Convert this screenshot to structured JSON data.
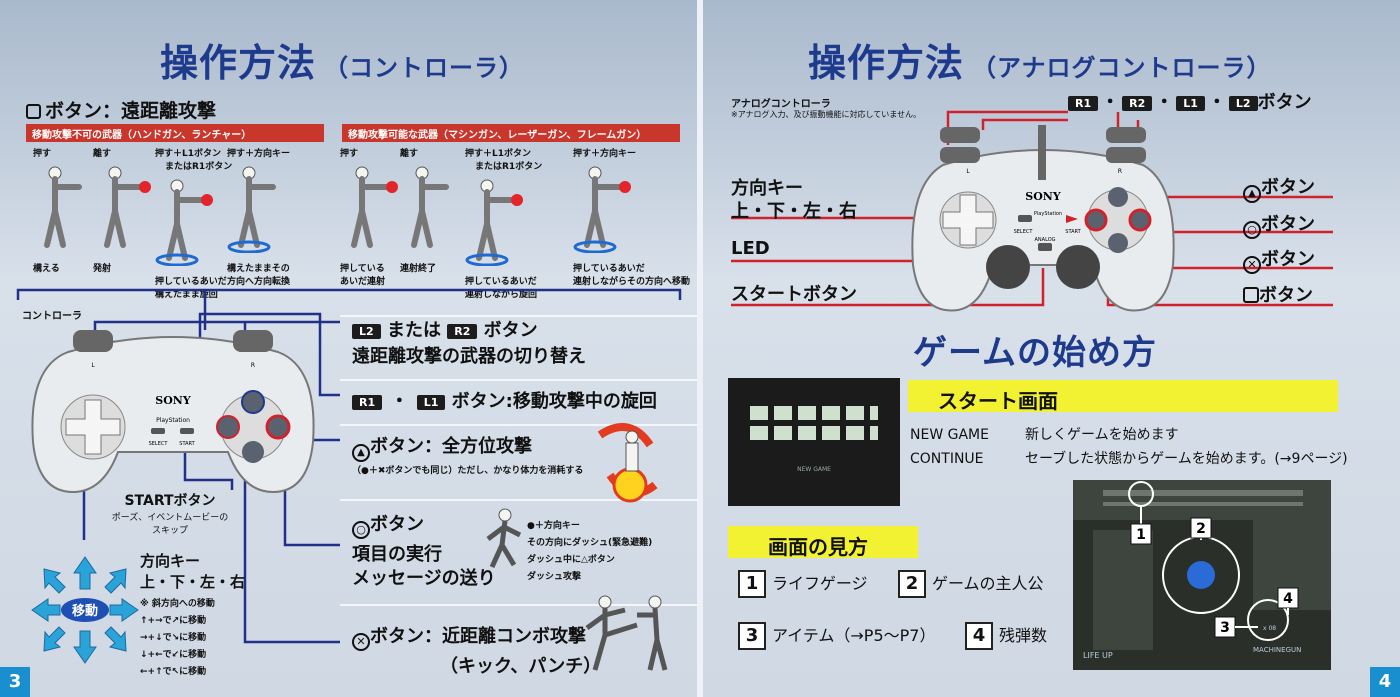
{
  "left": {
    "title": "操作方法",
    "title_sub": "（コントローラ）",
    "square_heading": "ボタン：遠距離攻撃",
    "bar_no_move": "移動攻撃不可の武器（ハンドガン、ランチャー）",
    "bar_move": "移動攻撃可能な武器（マシンガン、レーザーガン、フレームガン）",
    "cols": [
      {
        "top": "押す",
        "top2": "",
        "bottom": "構える",
        "bottom2": ""
      },
      {
        "top": "離す",
        "top2": "",
        "bottom": "発射",
        "bottom2": ""
      },
      {
        "top": "押す＋L1ボタン",
        "top2": "またはR1ボタン",
        "bottom": "押しているあいだ",
        "bottom2": "構えたまま旋回"
      },
      {
        "top": "押す＋方向キー",
        "top2": "",
        "bottom": "構えたままその",
        "bottom2": "方向へ方向転換"
      },
      {
        "top": "押す",
        "top2": "",
        "bottom": "押している",
        "bottom2": "あいだ連射"
      },
      {
        "top": "離す",
        "top2": "",
        "bottom": "連射終了",
        "bottom2": ""
      },
      {
        "top": "押す＋L1ボタン",
        "top2": "またはR1ボタン",
        "bottom": "押しているあいだ",
        "bottom2": "連射しながら旋回"
      },
      {
        "top": "押す＋方向キー",
        "top2": "",
        "bottom": "押しているあいだ",
        "bottom2": "連射しながらその方向へ移動"
      }
    ],
    "controller_label": "コントローラ",
    "l2r2_tag1": "L2",
    "l2r2_mid": "または",
    "l2r2_tag2": "R2",
    "l2r2_suffix": "ボタン",
    "l2r2_desc": "遠距離攻撃の武器の切り替え",
    "r1l1_tag1": "R1",
    "r1l1_tag2": "L1",
    "r1l1_text": "ボタン:移動攻撃中の旋回",
    "triangle_text": "ボタン：全方位攻撃",
    "triangle_note": "（●＋✖ボタンでも同じ）ただし、かなり体力を消耗する",
    "circle_text": "ボタン",
    "circle_line1": "項目の実行",
    "circle_line2": "メッセージの送り",
    "dash_lines": [
      "●＋方向キー",
      "その方向にダッシュ(緊急避難)",
      "ダッシュ中に△ボタン",
      "ダッシュ攻撃"
    ],
    "cross_text": "ボタン：近距離コンボ攻撃",
    "cross_sub": "（キック、パンチ）",
    "start_title": "STARTボタン",
    "start_line1": "ポーズ、イベントムービーの",
    "start_line2": "スキップ",
    "dir_title": "方向キー",
    "dir_sub": "上・下・左・右",
    "diag_note": "※ 斜方向への移動",
    "diag_lines": [
      "↑+→で↗に移動",
      "→+↓で↘に移動",
      "↓+←で↙に移動",
      "←+↑で↖に移動"
    ],
    "move_label": "移動",
    "ctrl_sony": "SONY",
    "ctrl_ps": "PlayStation",
    "ctrl_select": "SELECT",
    "ctrl_start": "START",
    "ctrl_l": "L",
    "ctrl_r": "R",
    "page_number": "3"
  },
  "right": {
    "title": "操作方法",
    "title_sub": "（アナログコントローラ）",
    "analog_label": "アナログコントローラ",
    "analog_note": "※アナログ入力、及び振動機能に対応していません。",
    "shoulder_tags": [
      "R1",
      "R2",
      "L1",
      "L2"
    ],
    "shoulder_suffix": "ボタン",
    "dir_label1": "方向キー",
    "dir_label2": "上・下・左・右",
    "led_label": "LED",
    "start_label": "スタートボタン",
    "triangle_label": "ボタン",
    "circle_label": "ボタン",
    "cross_label": "ボタン",
    "square_label": "ボタン",
    "ctrl_sony": "SONY",
    "ctrl_ps": "PlayStation",
    "ctrl_select": "SELECT",
    "ctrl_start": "START",
    "ctrl_analog": "ANALOG",
    "ctrl_l": "L",
    "ctrl_r": "R",
    "game_start_title": "ゲームの始め方",
    "start_screen_heading": "スタート画面",
    "menu": [
      {
        "key": "NEW GAME",
        "desc": "新しくゲームを始めます"
      },
      {
        "key": "CONTINUE",
        "desc": "セーブした状態からゲームを始めます。(→9ページ)"
      }
    ],
    "screen_new_game": "NEW GAME",
    "view_heading": "画面の見方",
    "legend": [
      {
        "num": "1",
        "text": "ライフゲージ"
      },
      {
        "num": "2",
        "text": "ゲームの主人公"
      },
      {
        "num": "3",
        "text": "アイテム（→P5〜P7）"
      },
      {
        "num": "4",
        "text": "残弾数"
      }
    ],
    "hud_life": "LIFE UP",
    "hud_weapon": "MACHINEGUN",
    "hud_count": "x 08",
    "page_number": "4"
  },
  "colors": {
    "title_blue": "#1e3a8c",
    "accent_red": "#d0222c",
    "bar_red": "#c9372c",
    "yellow": "#f2f233",
    "page_badge": "#1a8fd0",
    "line_blue": "#21318a"
  }
}
